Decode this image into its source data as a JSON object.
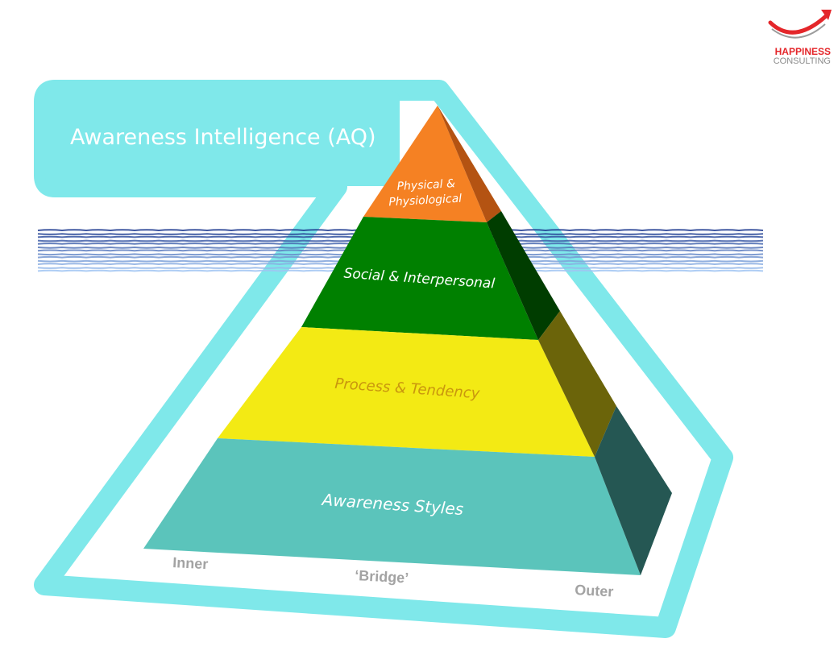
{
  "title": "Awareness Intelligence (AQ)",
  "logo": {
    "line1": "HAPPINESS",
    "line2": "CONSULTING",
    "accent_color": "#e4262a"
  },
  "pyramid": {
    "layers": [
      {
        "label": "Physical &",
        "label2": "Physiological",
        "front_color": "#f58123",
        "side_color": "#b45312",
        "text_color": "#ffffff"
      },
      {
        "label": "Social & Interpersonal",
        "front_color": "#008000",
        "side_color": "#003d00",
        "text_color": "#ffffff"
      },
      {
        "label": "Process & Tendency",
        "front_color": "#f3ea14",
        "side_color": "#6b640a",
        "text_color": "#c9960e"
      },
      {
        "label": "Awareness Styles",
        "front_color": "#5bc4bb",
        "side_color": "#255753",
        "text_color": "#ffffff"
      }
    ]
  },
  "axis": {
    "inner": "Inner",
    "bridge": "‘Bridge’",
    "outer": "Outer"
  },
  "colors": {
    "frame": "#7fe8ea",
    "waves": "#2747a0"
  }
}
